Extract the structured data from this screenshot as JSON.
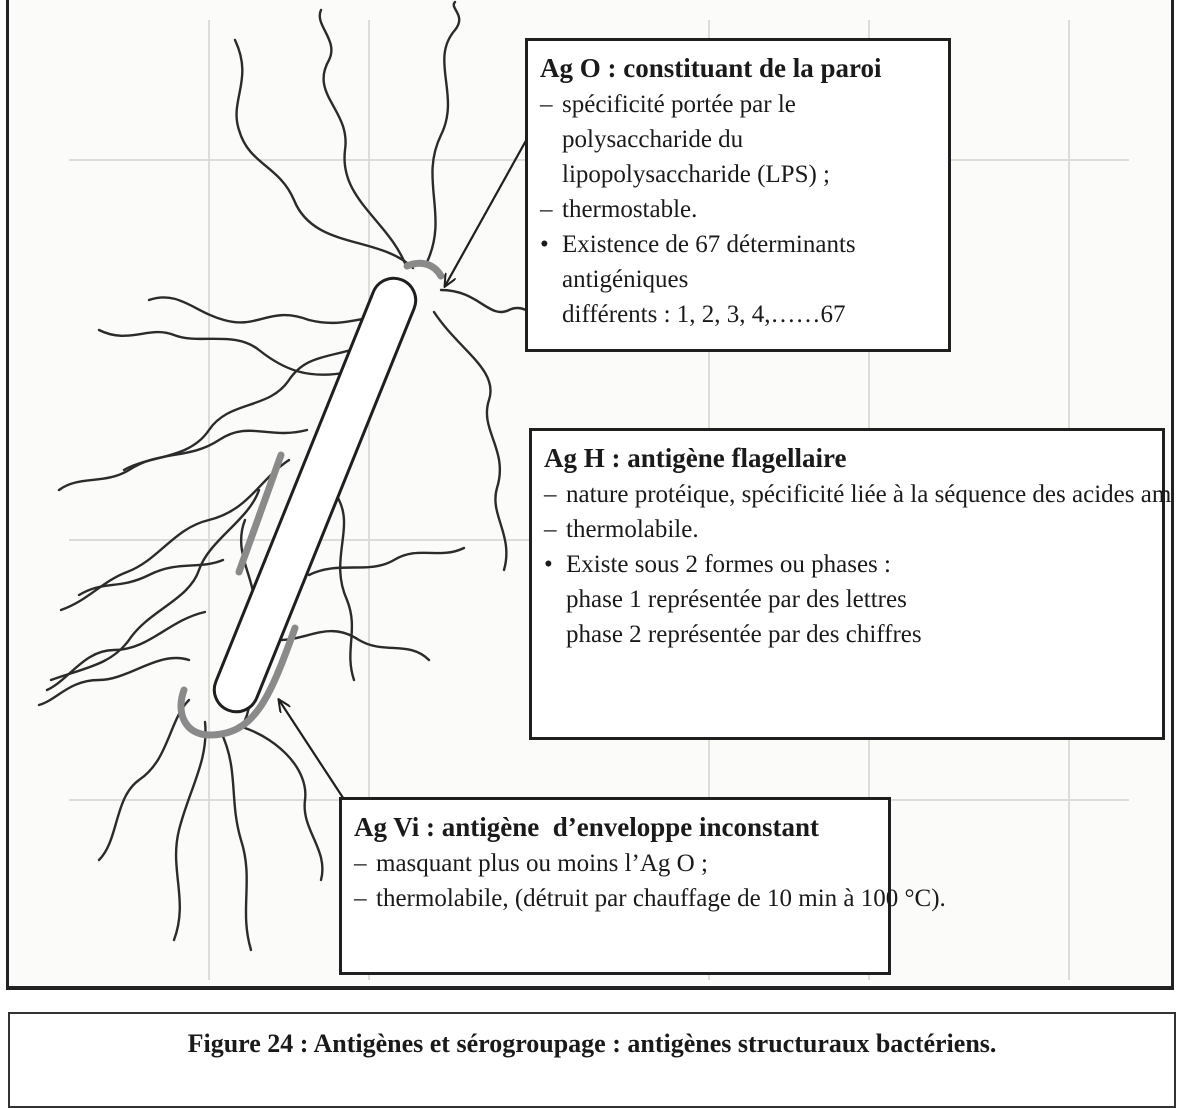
{
  "ag_o": {
    "title": "Ag O : constituant de la paroi",
    "items": [
      {
        "mark": "–",
        "lines": [
          "spécificité portée par le polysaccharide du",
          "lipopolysaccharide (LPS) ;"
        ]
      },
      {
        "mark": "–",
        "lines": [
          "thermostable."
        ]
      },
      {
        "mark": "•",
        "lines": [
          "Existence de 67 déterminants antigéniques",
          "différents : 1, 2, 3, 4,……67"
        ]
      }
    ]
  },
  "ag_h": {
    "title": "Ag H : antigène flagellaire",
    "items": [
      {
        "mark": "–",
        "lines": [
          "nature protéique, spécificité liée à la séquence des acides aminés ;"
        ]
      },
      {
        "mark": "–",
        "lines": [
          "thermolabile."
        ]
      },
      {
        "mark": "•",
        "lines": [
          "Existe sous 2 formes ou phases :",
          "phase 1 représentée par des lettres",
          "phase 2 représentée par des chiffres"
        ]
      }
    ]
  },
  "ag_vi": {
    "title": "Ag Vi : antigène  d’enveloppe inconstant",
    "items": [
      {
        "mark": "–",
        "lines": [
          "masquant plus ou moins l’Ag O ;"
        ]
      },
      {
        "mark": "–",
        "lines": [
          "thermolabile, (détruit par chauffage de 10 min à 100 °C)."
        ]
      }
    ]
  },
  "caption": "Figure 24 : Antigènes et sérogroupage : antigènes structuraux bactériens.",
  "colors": {
    "outline": "#1f1f1f",
    "capsule": "#8a8a8a",
    "flagella": "#2b2b2b",
    "ghost": "#d9d9d6"
  }
}
